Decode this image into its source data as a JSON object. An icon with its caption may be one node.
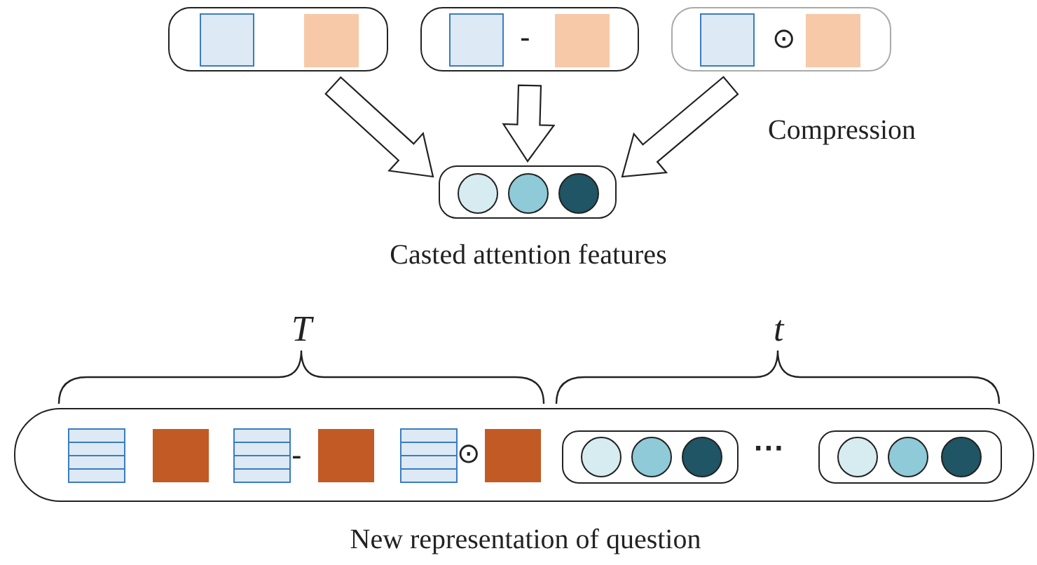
{
  "diagram": {
    "nodes": [
      {
        "text": [],
        "shape": "box"
      },
      {
        "text": [
          "-"
        ]
      },
      {
        "text": [
          "⊙"
        ]
      },
      {
        "text": [],
        "shape": "box",
        "beside": [
          "Casted attention features"
        ]
      },
      {
        "text": [
          "-",
          "⊙",
          "···"
        ],
        "beside": [
          "New representation of question"
        ]
      },
      {
        "text": [],
        "shape": "box",
        "in": 4
      },
      {
        "text": [],
        "shape": "box",
        "in": 4
      }
    ],
    "edges": [
      {
        "from": 0,
        "to": 3,
        "arrow": "to"
      },
      {
        "from": 1,
        "to": 3,
        "arrow": "to"
      },
      {
        "from": 2,
        "to": 3,
        "arrow": "to"
      }
    ],
    "labels": [
      "Compression",
      "T",
      "t"
    ]
  }
}
